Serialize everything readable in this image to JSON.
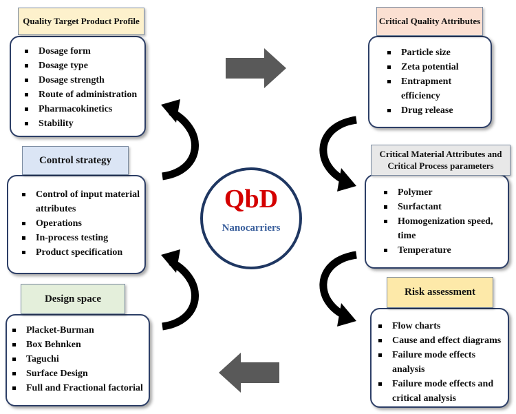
{
  "center": {
    "title": "QbD",
    "subtitle": "Nanocarriers"
  },
  "boxes": {
    "qtpp": {
      "title": "Quality Target Product Profile",
      "items": [
        "Dosage form",
        "Dosage type",
        "Dosage strength",
        "Route of administration",
        "Pharmacokinetics",
        "Stability"
      ]
    },
    "control": {
      "title": "Control strategy",
      "items": [
        "Control of input material attributes",
        "Operations",
        "In-process testing",
        "Product specification"
      ]
    },
    "design": {
      "title": "Design space",
      "items": [
        "Placket-Burman",
        "Box Behnken",
        "Taguchi",
        "Surface Design",
        "Full and Fractional factorial"
      ]
    },
    "cqa": {
      "title": "Critical Quality Attributes",
      "items": [
        "Particle size",
        "Zeta potential",
        "Entrapment efficiency",
        "Drug release"
      ]
    },
    "cma": {
      "title": "Critical Material Attributes and Critical Process parameters",
      "items": [
        "Polymer",
        "Surfactant",
        "Homogenization speed, time",
        "Temperature"
      ]
    },
    "risk": {
      "title": "Risk assessment",
      "items": [
        "Flow charts",
        "Cause and effect diagrams",
        "Failure mode effects analysis",
        "Failure mode effects and critical analysis"
      ]
    }
  },
  "colors": {
    "qtpp_title_bg": "#fdf1cc",
    "control_title_bg": "#dbe5f5",
    "design_title_bg": "#e4efdb",
    "cqa_title_bg": "#fbe0d2",
    "cma_title_bg": "#e8e8e8",
    "risk_title_bg": "#fde9a9",
    "box_border": "#2c3e66",
    "block_arrow": "#595959",
    "curved_arrow": "#000000",
    "qbd_text": "#d40000",
    "nano_text": "#3a5f9c"
  }
}
